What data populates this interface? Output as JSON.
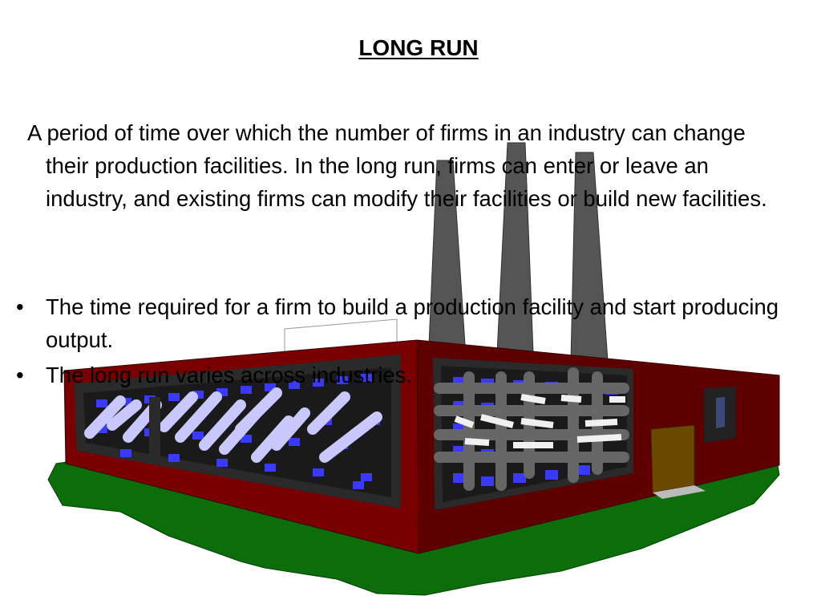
{
  "slide": {
    "title": "LONG RUN",
    "definition": "A period of time over which the number of firms in an industry can change their production facilities.  In the long run, firms can enter or leave an industry, and existing firms can modify their facilities or build new facilities.",
    "bullet_symbol": "•",
    "bullets": [
      "The time required for a firm to build a production facility and start producing output.",
      "The long run varies across industries."
    ]
  },
  "illustration": {
    "icon": "factory-icon",
    "colors": {
      "ground": "#0b6e0b",
      "wall_front": "#7a0000",
      "wall_side": "#5e0000",
      "roof_edge": "#8c0000",
      "window_frame": "#2a2a2a",
      "window_blue": "#3a3aff",
      "glare": "#c8c8ff",
      "smokestack": "#555555",
      "door": "#6b4a00"
    }
  }
}
